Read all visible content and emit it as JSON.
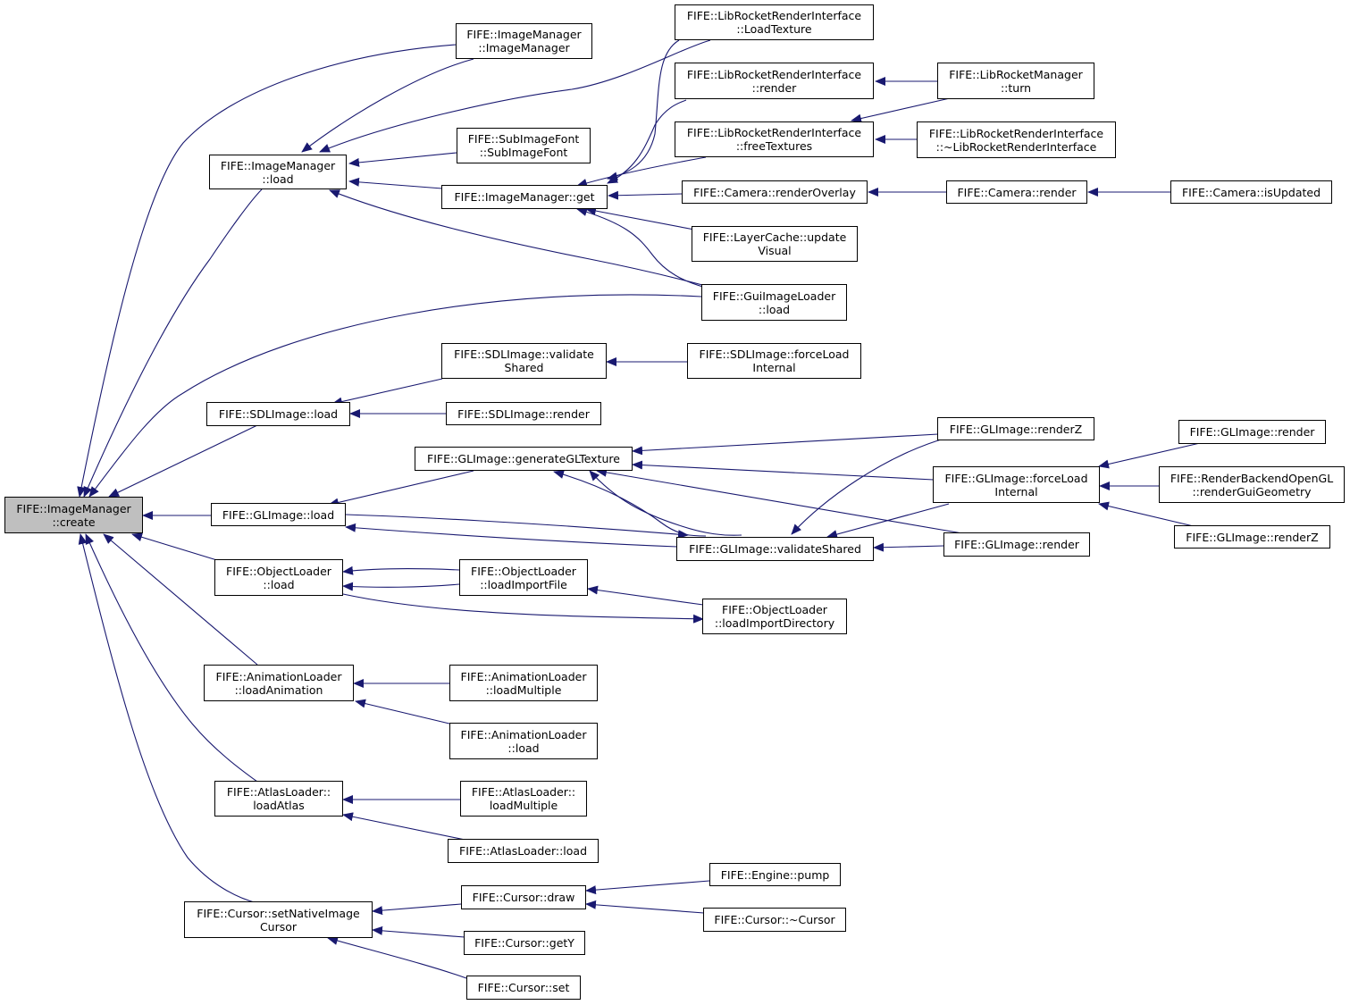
{
  "colors": {
    "edge": "#191970",
    "node_border": "#000000",
    "node_fill": "#ffffff",
    "root_fill": "#bfbfbf"
  },
  "nodes": {
    "create": [
      "FIFE::ImageManager",
      "::create"
    ],
    "im_ctor": [
      "FIFE::ImageManager",
      "::ImageManager"
    ],
    "im_load": [
      "FIFE::ImageManager",
      "::load"
    ],
    "subimagefont": [
      "FIFE::SubImageFont",
      "::SubImageFont"
    ],
    "im_get": [
      "FIFE::ImageManager::get"
    ],
    "lr_loadtex": [
      "FIFE::LibRocketRenderInterface",
      "::LoadTexture"
    ],
    "lr_render": [
      "FIFE::LibRocketRenderInterface",
      "::render"
    ],
    "lrm_turn": [
      "FIFE::LibRocketManager",
      "::turn"
    ],
    "lr_freetex": [
      "FIFE::LibRocketRenderInterface",
      "::freeTextures"
    ],
    "lr_dtor": [
      "FIFE::LibRocketRenderInterface",
      "::~LibRocketRenderInterface"
    ],
    "cam_overlay": [
      "FIFE::Camera::renderOverlay"
    ],
    "cam_render": [
      "FIFE::Camera::render"
    ],
    "cam_updated": [
      "FIFE::Camera::isUpdated"
    ],
    "layercache": [
      "FIFE::LayerCache::update",
      "Visual"
    ],
    "guiimg_load": [
      "FIFE::GuiImageLoader",
      "::load"
    ],
    "sdl_validate": [
      "FIFE::SDLImage::validate",
      "Shared"
    ],
    "sdl_force": [
      "FIFE::SDLImage::forceLoad",
      "Internal"
    ],
    "sdl_load": [
      "FIFE::SDLImage::load"
    ],
    "sdl_render": [
      "FIFE::SDLImage::render"
    ],
    "gl_gentex": [
      "FIFE::GLImage::generateGLTexture"
    ],
    "gl_renderz": [
      "FIFE::GLImage::renderZ"
    ],
    "gl_load": [
      "FIFE::GLImage::load"
    ],
    "gl_force": [
      "FIFE::GLImage::forceLoad",
      "Internal"
    ],
    "gl_validate": [
      "FIFE::GLImage::validateShared"
    ],
    "gl_render": [
      "FIFE::GLImage::render"
    ],
    "gl_render2": [
      "FIFE::GLImage::render"
    ],
    "rb_gui": [
      "FIFE::RenderBackendOpenGL",
      "::renderGuiGeometry"
    ],
    "gl_renderz2": [
      "FIFE::GLImage::renderZ"
    ],
    "ol_load": [
      "FIFE::ObjectLoader",
      "::load"
    ],
    "ol_file": [
      "FIFE::ObjectLoader",
      "::loadImportFile"
    ],
    "ol_dir": [
      "FIFE::ObjectLoader",
      "::loadImportDirectory"
    ],
    "al_anim": [
      "FIFE::AnimationLoader",
      "::loadAnimation"
    ],
    "al_multi": [
      "FIFE::AnimationLoader",
      "::loadMultiple"
    ],
    "al_load": [
      "FIFE::AnimationLoader",
      "::load"
    ],
    "atlas_load_atlas": [
      "FIFE::AtlasLoader::",
      "loadAtlas"
    ],
    "atlas_multi": [
      "FIFE::AtlasLoader::",
      "loadMultiple"
    ],
    "atlas_load": [
      "FIFE::AtlasLoader::load"
    ],
    "cur_native": [
      "FIFE::Cursor::setNativeImage",
      "Cursor"
    ],
    "cur_draw": [
      "FIFE::Cursor::draw"
    ],
    "engine_pump": [
      "FIFE::Engine::pump"
    ],
    "cur_dtor": [
      "FIFE::Cursor::~Cursor"
    ],
    "cur_gety": [
      "FIFE::Cursor::getY"
    ],
    "cur_set": [
      "FIFE::Cursor::set"
    ]
  }
}
